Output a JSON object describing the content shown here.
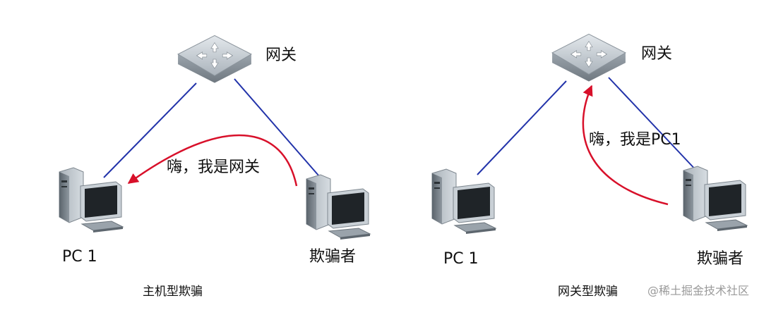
{
  "colors": {
    "link_line": "#2233aa",
    "spoof_arrow": "#d8102a",
    "router_top": "#c4ccd3",
    "router_side": "#8a939b",
    "pc_body": "#8c96a0",
    "pc_dark": "#4a525a",
    "screen": "#1f2428"
  },
  "diagrams": [
    {
      "gateway_label": "网关",
      "pc_label": "PC 1",
      "attacker_label": "欺骗者",
      "spoof_message": "嗨，我是网关",
      "caption": "主机型欺骗"
    },
    {
      "gateway_label": "网关",
      "pc_label": "PC 1",
      "attacker_label": "欺骗者",
      "spoof_message": "嗨，我是PC1",
      "caption": "网关型欺骗"
    }
  ],
  "watermark": "@稀土掘金技术社区"
}
